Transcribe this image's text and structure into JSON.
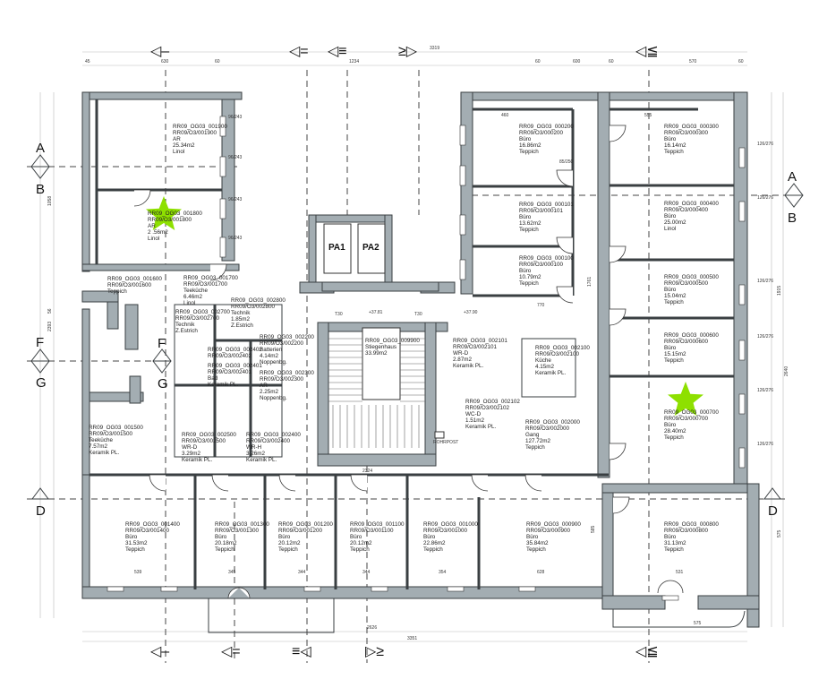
{
  "plan": {
    "accent_color": "#8ee000",
    "wall_color": "#a3adb2",
    "rooms": [
      {
        "code": "RR09_OG03_001900",
        "short": "RR09/O3/001900",
        "use": "AR",
        "area": "25.34m2",
        "floor": "Linol"
      },
      {
        "code": "RR09_OG03_001800",
        "short": "RR09/O3/001800",
        "use": "AR",
        "area": "2 .56m2",
        "floor": "Linol"
      },
      {
        "code": "RR09_OG03_001600",
        "short": "RR09/O3/001600",
        "use": "",
        "area": "",
        "floor": "Teppich"
      },
      {
        "code": "RR09_OG03_001700",
        "short": "RR09/O3/001700",
        "use": "Teeküche",
        "area": "6.46m2",
        "floor": "Linol"
      },
      {
        "code": "RR09_OG03_002700",
        "short": "RR09/O3/002700",
        "use": "Technik",
        "area": "",
        "floor": "Z.Estrich"
      },
      {
        "code": "RR09_OG03_002800",
        "short": "RR09/O3/002800",
        "use": "Technik",
        "area": "1.85m2",
        "floor": "Z.Estrich"
      },
      {
        "code": "RR09_OG03_002200",
        "short": "RR09/O3/002200",
        "use": "Batterien",
        "area": "4.14m2",
        "floor": "Noppenbg."
      },
      {
        "code": "RR09_OG03_002402",
        "short": "RR09/O3/002402",
        "use": "",
        "area": "",
        "floor": ""
      },
      {
        "code": "RR09_OG03_002401",
        "short": "RR09/O3/002401",
        "use": "Bad",
        "area": "",
        "floor": "Keramik PL."
      },
      {
        "code": "RR09_OG03_002300",
        "short": "RR09/O3/002300",
        "use": "AR",
        "area": "2.25m2",
        "floor": "Noppenbg."
      },
      {
        "code": "RR09_OG03_002500",
        "short": "RR09/O3/002500",
        "use": "WR-D",
        "area": "3.29m2",
        "floor": "Keramik PL."
      },
      {
        "code": "RR09_OG03_002400",
        "short": "RR09/O3/002400",
        "use": "WR-H",
        "area": "3.26m2",
        "floor": "Keramik PL."
      },
      {
        "code": "RR09_OG03_001500",
        "short": "RR09/O3/001500",
        "use": "Teeküche",
        "area": "7.57m2",
        "floor": "Keramik PL."
      },
      {
        "code": "RR09_OG03_009900",
        "short": "",
        "use": "Stiegenhaus",
        "area": "33.99m2",
        "floor": ""
      },
      {
        "code": "RR09_OG03_002101",
        "short": "RR09/O3/002101",
        "use": "WR-D",
        "area": "2.87m2",
        "floor": "Keramik PL."
      },
      {
        "code": "RR09_OG03_002100",
        "short": "RR09/O3/002100",
        "use": "Küche",
        "area": "4.15m2",
        "floor": "Keramik PL."
      },
      {
        "code": "RR09_OG03_002102",
        "short": "RR09/O3/002102",
        "use": "WC-D",
        "area": "1.51m2",
        "floor": "Keramik PL."
      },
      {
        "code": "RR09_OG03_002000",
        "short": "RR09/O3/002000",
        "use": "Gang",
        "area": "127.72m2",
        "floor": "Teppich"
      },
      {
        "code": "RR09_OG03_000200",
        "short": "RR09/O3/000200",
        "use": "Büro",
        "area": "16.86m2",
        "floor": "Teppich"
      },
      {
        "code": "RR09_OG03_000101",
        "short": "RR09/O3/000101",
        "use": "Büro",
        "area": "13.62m2",
        "floor": "Teppich"
      },
      {
        "code": "RR09_OG03_000100",
        "short": "RR09/O3/000100",
        "use": "Büro",
        "area": "10.79m2",
        "floor": "Teppich"
      },
      {
        "code": "RR09_OG03_000300",
        "short": "RR09/O3/000300",
        "use": "Büro",
        "area": "16.14m2",
        "floor": "Teppich"
      },
      {
        "code": "RR09_OG03_000400",
        "short": "RR09/O3/000400",
        "use": "Büro",
        "area": "25.00m2",
        "floor": "Linol"
      },
      {
        "code": "RR09_OG03_000500",
        "short": "RR09/O3/000500",
        "use": "Büro",
        "area": "15.04m2",
        "floor": "Teppich"
      },
      {
        "code": "RR09_OG03_000600",
        "short": "RR09/O3/000600",
        "use": "Büro",
        "area": "15.15m2",
        "floor": "Teppich"
      },
      {
        "code": "RR09_OG03_000700",
        "short": "RR09/O3/000700",
        "use": "Büro",
        "area": "28.40m2",
        "floor": "Teppich"
      },
      {
        "code": "RR09_OG03_001400",
        "short": "RR09/O3/001400",
        "use": "Büro",
        "area": "31.53m2",
        "floor": "Teppich"
      },
      {
        "code": "RR09_OG03_001300",
        "short": "RR09/O3/001300",
        "use": "Büro",
        "area": "20.18m2",
        "floor": "Teppich"
      },
      {
        "code": "RR09_OG03_001200",
        "short": "RR09/O3/001200",
        "use": "Büro",
        "area": "20.12m2",
        "floor": "Teppich"
      },
      {
        "code": "RR09_OG03_001100",
        "short": "RR09/O3/001100",
        "use": "Büro",
        "area": "20.12m2",
        "floor": "Teppich"
      },
      {
        "code": "RR09_OG03_001000",
        "short": "RR09/O3/001000",
        "use": "Büro",
        "area": "22.86m2",
        "floor": "Teppich"
      },
      {
        "code": "RR09_OG03_000900",
        "short": "RR09/O3/000900",
        "use": "Büro",
        "area": "35.84m2",
        "floor": "Teppich"
      },
      {
        "code": "RR09_OG03_000800",
        "short": "RR09/O3/000800",
        "use": "Büro",
        "area": "31.13m2",
        "floor": "Teppich"
      }
    ],
    "lifts": [
      "PA1",
      "PA2"
    ],
    "rohrpost": "ROHRPOST",
    "fire_doors": [
      "T30",
      "T30"
    ],
    "levels": [
      "+37.81",
      "+37.90"
    ],
    "section_markers": {
      "top": [
        "◁–",
        "◁=",
        "◁≡",
        "≥▷",
        "◁≦"
      ],
      "bottom": [
        "◁–",
        "◁=",
        "≡◁",
        "▷≥",
        "◁≦"
      ],
      "sides": {
        "A": "A",
        "B": "B",
        "D": "D",
        "F": "F",
        "G": "G"
      }
    },
    "dimensions": {
      "top": [
        "45",
        "630",
        "60",
        "1234",
        "3319",
        "60",
        "600",
        "60",
        "570",
        "60"
      ],
      "bottom": [
        "2626",
        "3351",
        "575",
        "539",
        "345",
        "344",
        "344",
        "354",
        "628",
        "531",
        "2324",
        "770",
        "460",
        "555"
      ],
      "left": [
        "1058",
        "2393",
        "56"
      ],
      "right": [
        "1915",
        "2640",
        "575",
        "1761",
        "585"
      ],
      "window_left": "96/243",
      "window_right": "126/276",
      "door": "85/250"
    }
  }
}
